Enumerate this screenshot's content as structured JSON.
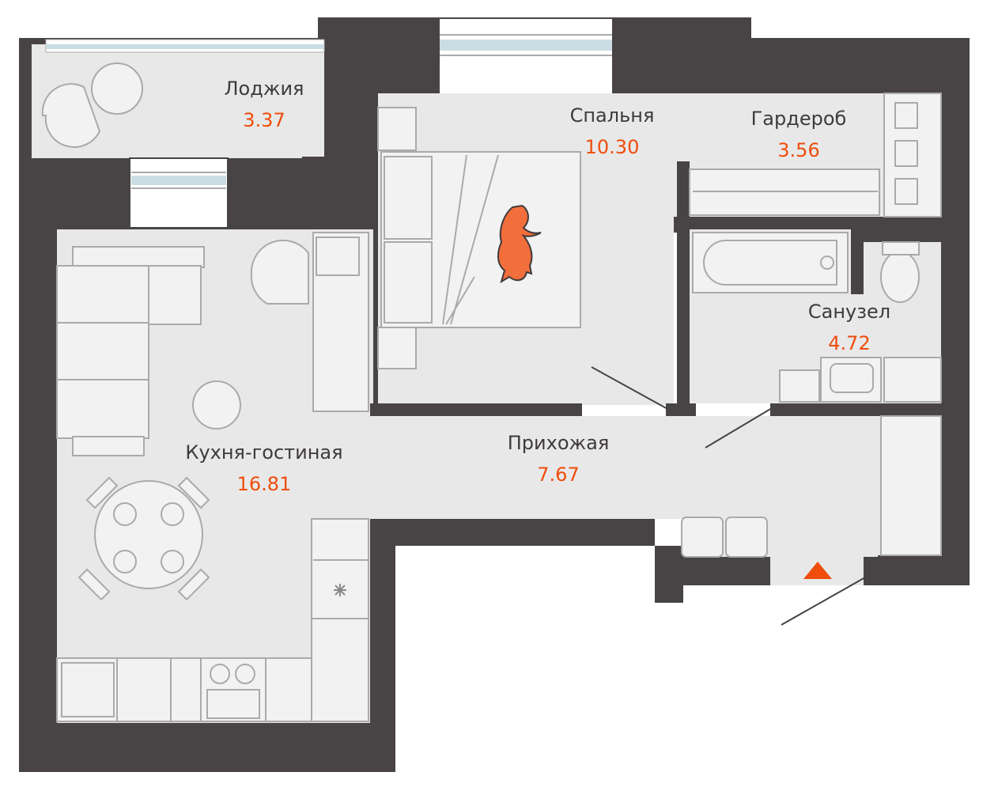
{
  "rooms": {
    "loggia": {
      "name": "Лоджия",
      "area": "3.37"
    },
    "bedroom": {
      "name": "Спальня",
      "area": "10.30"
    },
    "wardrobe": {
      "name": "Гардероб",
      "area": "3.56"
    },
    "bathroom": {
      "name": "Санузел",
      "area": "4.72"
    },
    "living": {
      "name": "Кухня-гостиная",
      "area": "16.81"
    },
    "hallway": {
      "name": "Прихожая",
      "area": "7.67"
    }
  },
  "colors": {
    "wall": "#484446",
    "floor": "#e8e8e8",
    "accent": "#ee4d0c",
    "text": "#3f3a3c",
    "glass": "#c9dde3"
  },
  "icons": [
    "entrance-arrow-icon",
    "cat-icon",
    "fridge-snowflake-icon"
  ]
}
